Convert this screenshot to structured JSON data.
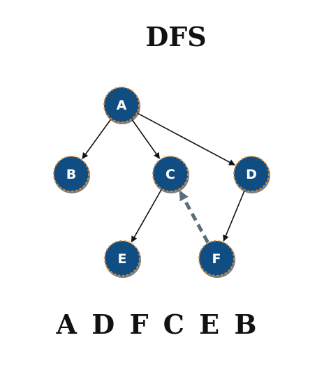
{
  "title": "DFS",
  "traversal_order": "A D F C E B",
  "colors": {
    "node_fill": "#0f4d82",
    "node_border": "#d88a3a",
    "edge": "#111111",
    "back_edge": "#5a6e7a",
    "label": "#ffffff"
  },
  "graph": {
    "nodes": [
      {
        "id": "A",
        "label": "A"
      },
      {
        "id": "B",
        "label": "B"
      },
      {
        "id": "C",
        "label": "C"
      },
      {
        "id": "D",
        "label": "D"
      },
      {
        "id": "E",
        "label": "E"
      },
      {
        "id": "F",
        "label": "F"
      }
    ],
    "edges": [
      {
        "from": "A",
        "to": "B",
        "style": "solid"
      },
      {
        "from": "A",
        "to": "C",
        "style": "solid"
      },
      {
        "from": "A",
        "to": "D",
        "style": "solid"
      },
      {
        "from": "C",
        "to": "E",
        "style": "solid"
      },
      {
        "from": "D",
        "to": "F",
        "style": "solid"
      },
      {
        "from": "F",
        "to": "C",
        "style": "dashed"
      }
    ]
  }
}
